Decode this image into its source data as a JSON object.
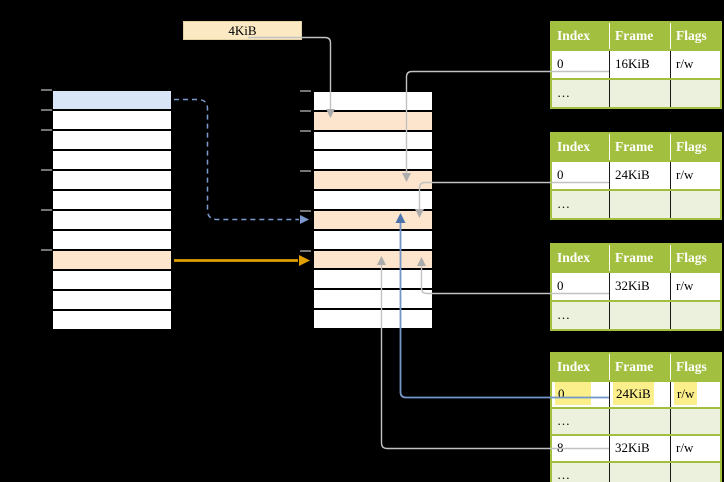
{
  "size_label": {
    "text": "4KiB"
  },
  "virtual_memory_column": {
    "rows": 12,
    "highlights": [
      {
        "row": 1,
        "fill": "blue"
      },
      {
        "row": 9,
        "fill": "orange"
      }
    ]
  },
  "physical_memory_column": {
    "rows": 12,
    "highlights": [
      {
        "row": 2,
        "fill": "orange"
      },
      {
        "row": 5,
        "fill": "orange"
      },
      {
        "row": 7,
        "fill": "orange"
      },
      {
        "row": 9,
        "fill": "orange"
      }
    ]
  },
  "page_tables": {
    "headers": [
      "Index",
      "Frame",
      "Flags"
    ],
    "tables": [
      {
        "name": "page-table-16kib",
        "rows": [
          {
            "cells": [
              "0",
              "16KiB",
              "r/w"
            ],
            "shaded": false,
            "highlighted": false
          },
          {
            "cells": [
              "…",
              "",
              ""
            ],
            "shaded": true,
            "highlighted": false
          }
        ]
      },
      {
        "name": "page-table-24kib",
        "rows": [
          {
            "cells": [
              "0",
              "24KiB",
              "r/w"
            ],
            "shaded": false,
            "highlighted": false
          },
          {
            "cells": [
              "…",
              "",
              ""
            ],
            "shaded": true,
            "highlighted": false
          }
        ]
      },
      {
        "name": "page-table-32kib",
        "rows": [
          {
            "cells": [
              "0",
              "32KiB",
              "r/w"
            ],
            "shaded": false,
            "highlighted": false
          },
          {
            "cells": [
              "…",
              "",
              ""
            ],
            "shaded": true,
            "highlighted": false
          }
        ]
      },
      {
        "name": "page-table-mixed",
        "rows": [
          {
            "cells": [
              "0",
              "24KiB",
              "r/w"
            ],
            "shaded": false,
            "highlighted": true
          },
          {
            "cells": [
              "…",
              "",
              ""
            ],
            "shaded": true,
            "highlighted": false
          },
          {
            "cells": [
              "8",
              "32KiB",
              "r/w"
            ],
            "shaded": false,
            "highlighted": false
          },
          {
            "cells": [
              "…",
              "",
              ""
            ],
            "shaded": true,
            "highlighted": false
          }
        ]
      }
    ]
  },
  "colors": {
    "background": "#000000",
    "table_header_green": "#A3BF3F",
    "table_row_light_green": "#EBF1DC",
    "highlight_yellow": "#FBEF8C",
    "page_blue": "#D8E5F7",
    "page_orange": "#FDE4CD",
    "label_box_cream": "#FBE9C4",
    "gray_connector": "#C2C2C2",
    "gray_arrowhead": "#ACACAC",
    "blue_connector": "#7495C8",
    "blue_arrowhead": "#4C72AC",
    "dashed_blue": "#7C99CE",
    "orange_arrow": "#DFA000",
    "tick_gray": "#8A8A8A"
  }
}
